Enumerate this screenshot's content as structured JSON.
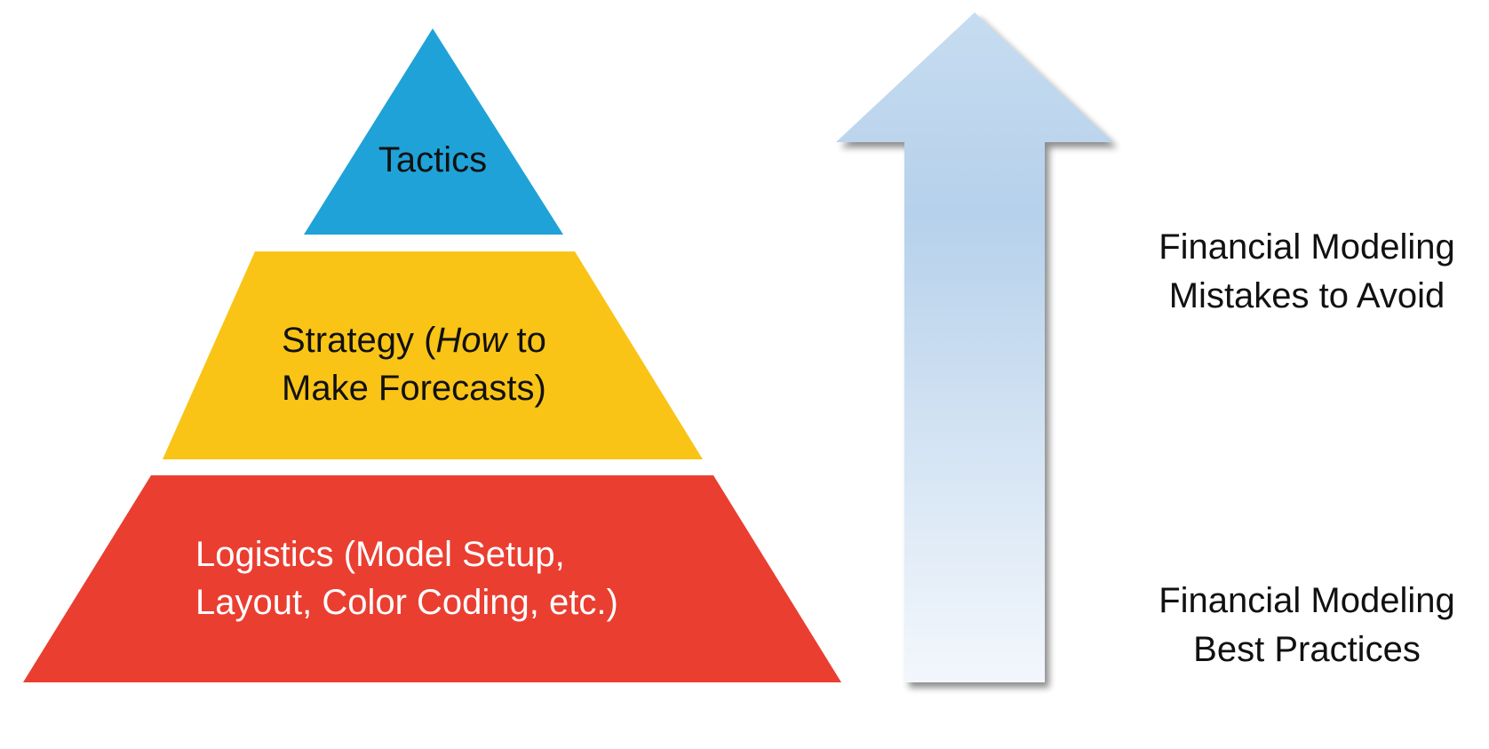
{
  "pyramid": {
    "tiers": [
      {
        "name": "tactics",
        "label": "Tactics",
        "color": "#1fa2d8"
      },
      {
        "name": "strategy",
        "line1_prefix": "Strategy (",
        "line1_italic": "How",
        "line1_suffix": " to",
        "line2": "Make Forecasts)",
        "color": "#f9c416"
      },
      {
        "name": "logistics",
        "line1": "Logistics (Model Setup,",
        "line2": "Layout, Color Coding, etc.)",
        "color": "#ea3e31"
      }
    ]
  },
  "arrow": {
    "direction": "up",
    "color_top": "#b4d0ea",
    "color_bottom": "#f2f7fc"
  },
  "side_labels": {
    "top": {
      "line1": "Financial Modeling",
      "line2": "Mistakes to Avoid"
    },
    "bottom": {
      "line1": "Financial Modeling",
      "line2": "Best Practices"
    }
  }
}
